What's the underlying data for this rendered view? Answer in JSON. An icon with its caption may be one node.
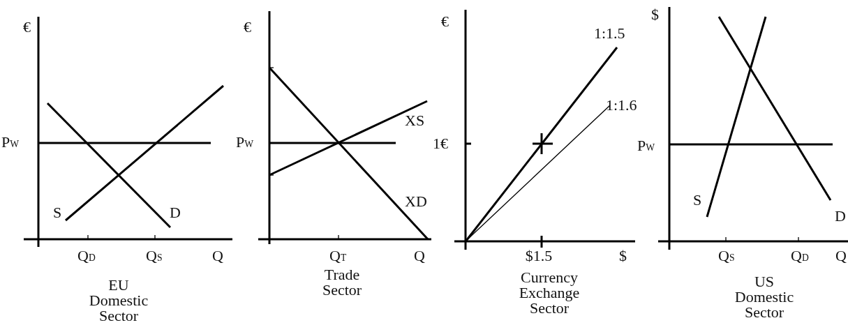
{
  "diagram": {
    "labels": [
      "€",
      "P$_{W}$",
      "S",
      "D",
      "Q$_{D}$",
      "Q$_{S}$",
      "Q",
      "EU Domestic Sector",
      "€",
      "P$_{W}$",
      "XS",
      "XD",
      "Q$_{T}$",
      "Q",
      "Trade Sector",
      "€",
      "1:1.5",
      "1:1.6",
      "1€",
      "$1.5",
      "$",
      "Currency Exchange Sector",
      "$",
      "P$_{W}$",
      "S",
      "D",
      "Q$_{S}$",
      "Q$_{D}$",
      "Q",
      "US Domestic Sector"
    ]
  }
}
